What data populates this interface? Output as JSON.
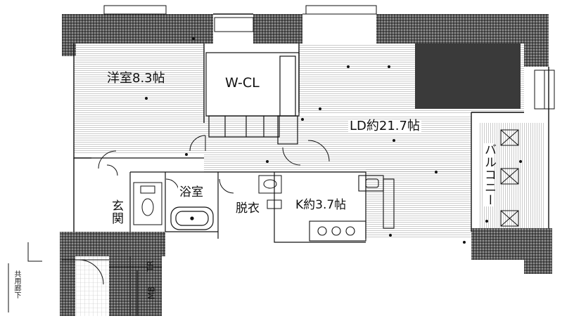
{
  "rooms": {
    "western_room": "洋室8.3帖",
    "walk_in_closet": "W-CL",
    "living_dining": "LD約21.7帖",
    "kitchen": "K約3.7帖",
    "bathroom": "浴室",
    "dressing_room": "脱衣",
    "entrance": "玄関",
    "balcony": "バルコニー",
    "common_corridor": "共用廊下"
  },
  "utility_labels": {
    "trunk_room": "TR",
    "meter_box": "MB"
  },
  "colors": {
    "wall_hatch": "#2a2a2a",
    "floor_line": "#9a9a9a",
    "ink": "#111111"
  }
}
